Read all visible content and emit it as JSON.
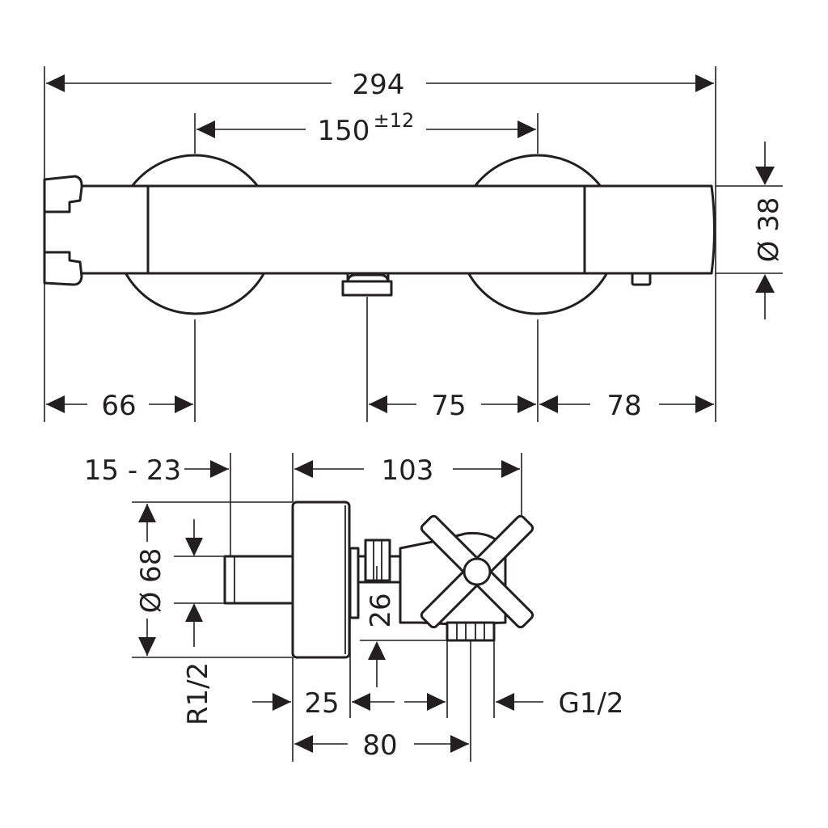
{
  "front_view": {
    "dim_overall_width": "294",
    "dim_center_distance": "150",
    "dim_center_tolerance": "±12",
    "dim_body_diameter": "Ø 38",
    "dim_left_offset": "66",
    "dim_outlet_offset": "75",
    "dim_right_offset": "78"
  },
  "side_view": {
    "dim_adjust_range": "15 - 23",
    "dim_depth": "103",
    "dim_rosette_diameter": "Ø 68",
    "dim_inlet_thread": "R1/2",
    "dim_outlet_height": "26",
    "dim_eccentric": "25",
    "dim_outlet_depth": "80",
    "dim_outlet_thread": "G1/2"
  },
  "colors": {
    "line": "#231f20",
    "background": "#ffffff"
  }
}
